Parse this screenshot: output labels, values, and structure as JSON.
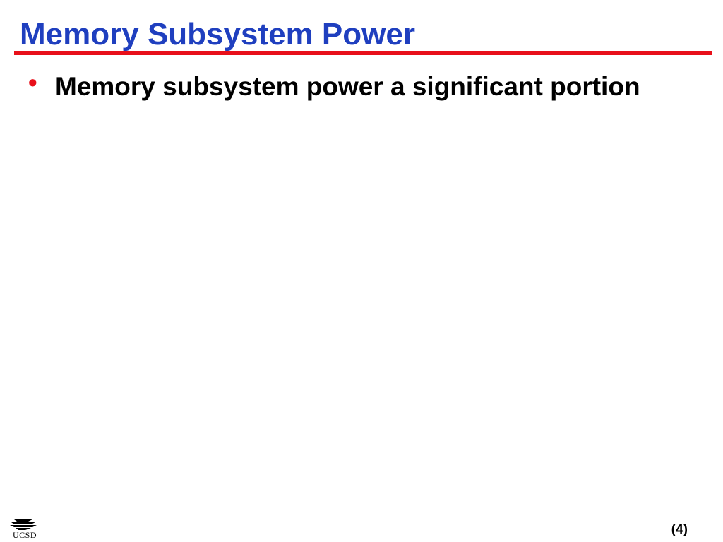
{
  "slide": {
    "title": "Memory Subsystem Power",
    "bullets": [
      {
        "marker": "•",
        "text": "Memory subsystem power a significant portion"
      }
    ],
    "footer": {
      "logo_text": "UCSD",
      "page_number": "(4)"
    }
  },
  "colors": {
    "title": "#1f3fbf",
    "rule": "#e8101a",
    "bullet": "#e8101a",
    "body_text": "#000000"
  },
  "icons": {
    "logo": "ucsd-logo-icon"
  }
}
